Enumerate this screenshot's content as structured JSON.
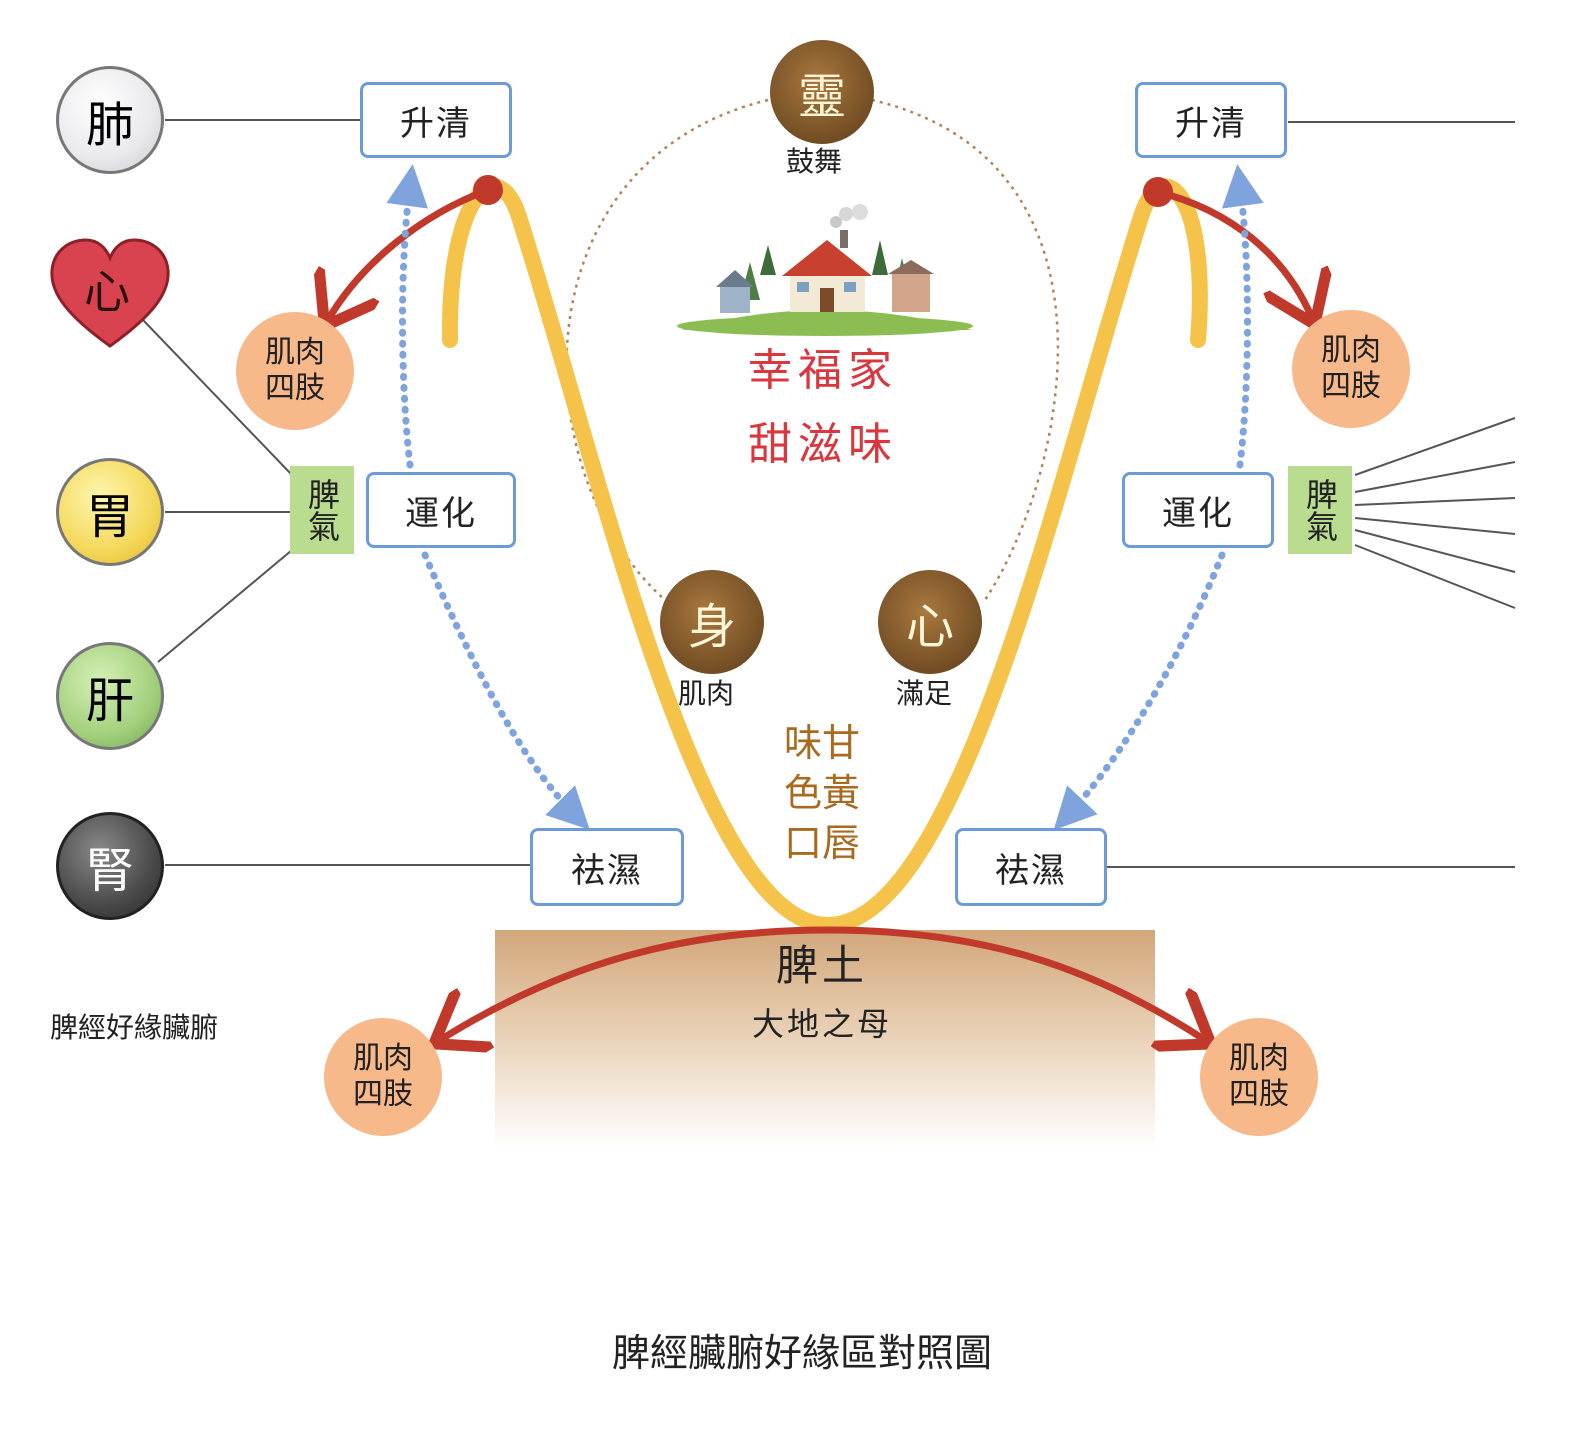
{
  "organs": {
    "lung": "肺",
    "heart": "心",
    "stomach": "胃",
    "liver": "肝",
    "kidney": "腎"
  },
  "left": {
    "ascend": "升清",
    "transform": "運化",
    "dampness": "祛濕",
    "spleen_qi": "脾氣",
    "limbs_upper": "肌肉\n四肢",
    "limbs_lower": "肌肉\n四肢"
  },
  "right": {
    "ascend": "升清",
    "transform": "運化",
    "dampness": "祛濕",
    "spleen_qi": "脾氣",
    "limbs_upper": "肌肉\n四肢",
    "limbs_lower": "肌肉\n四肢"
  },
  "center": {
    "spirit": {
      "char": "靈",
      "label": "鼓舞"
    },
    "body": {
      "char": "身",
      "label": "肌肉"
    },
    "mind": {
      "char": "心",
      "label": "滿足"
    },
    "family_line1": "幸福家",
    "family_line2": "甜滋味",
    "taste": "味甘",
    "color": "色黃",
    "mouth": "口唇",
    "earth_title": "脾土",
    "earth_subtitle": "大地之母"
  },
  "side_caption": "脾經好緣臟腑",
  "figure_caption": "脾經臟腑好緣區對照圖",
  "colors": {
    "box_border": "#6d9bd8",
    "u_curve": "#f5c24a",
    "red_arrow": "#c0392b",
    "dotted_arrow": "#6d9bd8",
    "peach": "#f7b88a",
    "green_tag": "#b9dc8f",
    "family_text": "#d9363e",
    "taste_text": "#a86a1f"
  }
}
